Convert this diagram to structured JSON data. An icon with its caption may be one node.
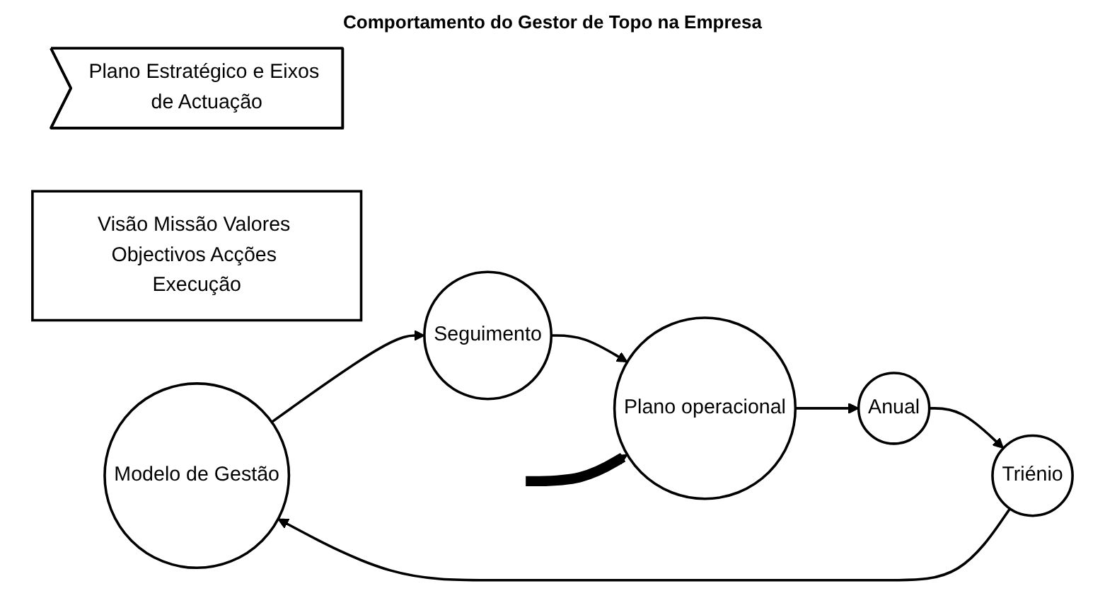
{
  "diagram": {
    "title": "Comportamento do  Gestor de Topo na Empresa",
    "nodes": [
      {
        "text": [
          "Plano Estratégico e Eixos de Actuação"
        ]
      },
      {
        "text": [
          "Visão Missão Valores Objectivos Acções Execução"
        ]
      },
      {
        "text": [
          "Modelo de Gestão"
        ]
      },
      {
        "text": [
          "Seguimento"
        ]
      },
      {
        "text": [
          "Plano operacional"
        ]
      },
      {
        "text": [
          "Anual"
        ]
      },
      {
        "text": [
          "Triénio"
        ]
      }
    ],
    "edges": [
      {
        "from": 2,
        "to": 3,
        "arrow": "to"
      },
      {
        "from": 3,
        "to": 4,
        "arrow": "to"
      },
      {
        "from": 4,
        "to": 5,
        "arrow": "to"
      },
      {
        "from": 5,
        "to": 6,
        "arrow": "to"
      },
      {
        "from": 6,
        "to": 2,
        "arrow": "to"
      },
      {
        "from": null,
        "to": 4,
        "arrow": "to",
        "style": "thick"
      }
    ]
  }
}
